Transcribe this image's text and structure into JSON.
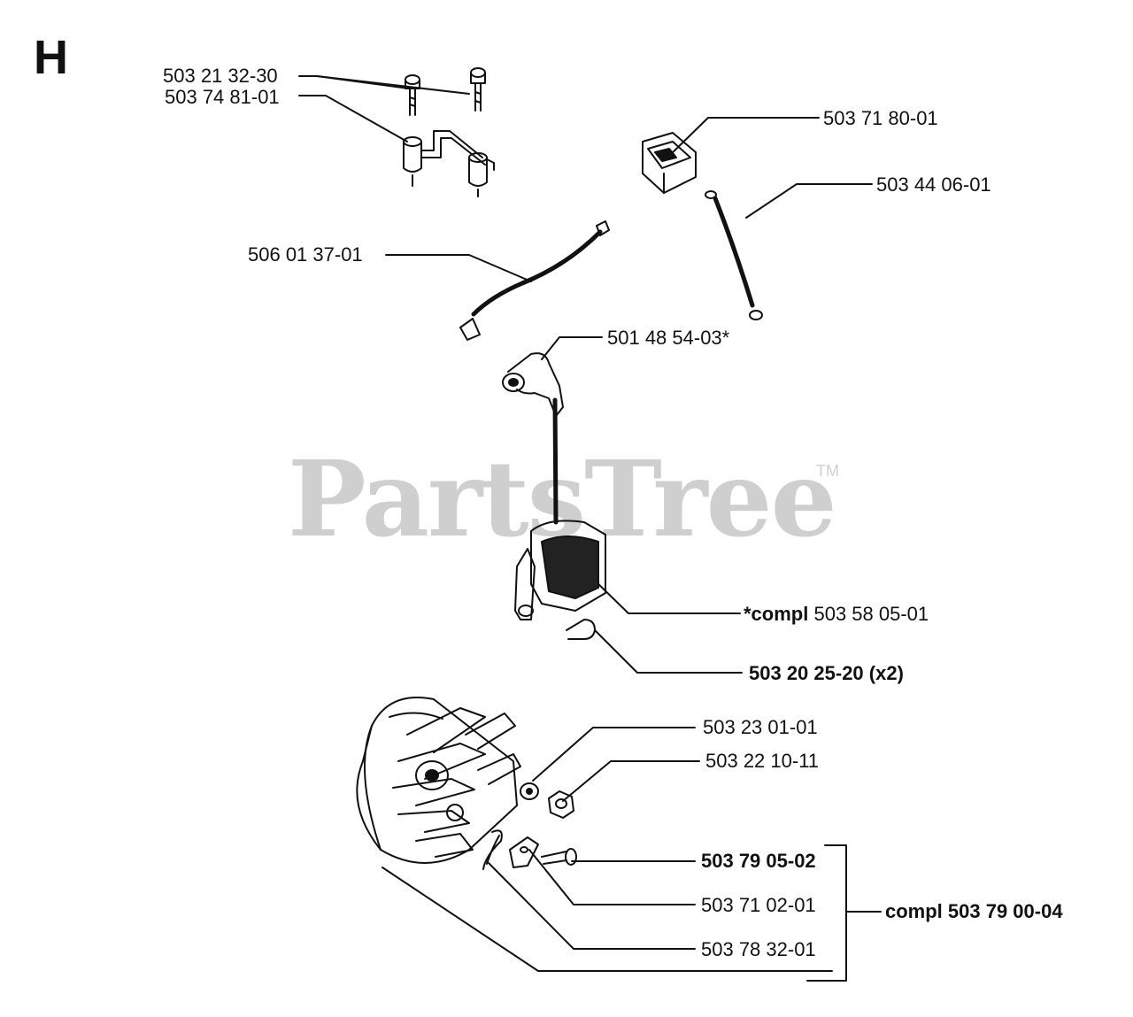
{
  "section_letter": "H",
  "watermark": {
    "text": "PartsTree",
    "trademark": "TM"
  },
  "labels": {
    "screw_top": "503 21 32-30",
    "bracket": "503 74 81-01",
    "switch": "503 71 80-01",
    "ground_wire": "503 44 06-01",
    "short_circuit_cable": "506 01 37-01",
    "spark_plug_cap": "501 48 54-03*",
    "coil_prefix": "*compl",
    "coil_number": "503 58 05-01",
    "coil_screw": "503 20 25-20 (x2)",
    "washer": "503 23 01-01",
    "nut": "503 22 10-11",
    "pawl_screw": "503 79 05-02",
    "pawl": "503 71 02-01",
    "spring": "503 78 32-01",
    "starter_kit": "compl 503 79 00-04"
  }
}
